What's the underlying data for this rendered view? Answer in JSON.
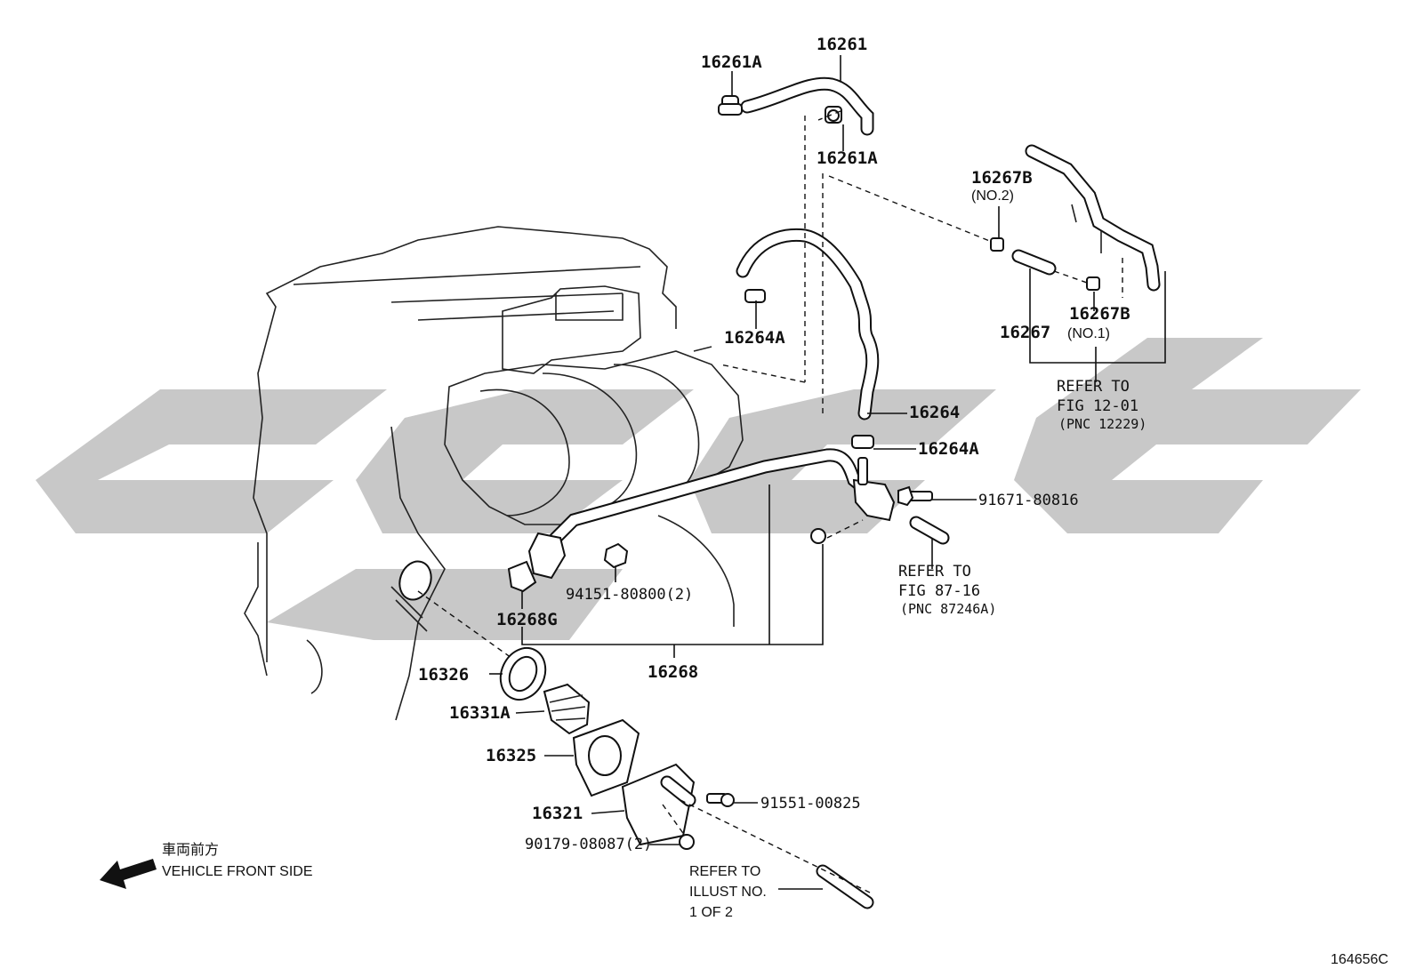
{
  "labels": {
    "p16261": "16261",
    "p16261A_top": "16261A",
    "p16261A_bottom": "16261A",
    "p16267B_no2": "16267B",
    "no2": "(NO.2)",
    "p16267B_no1": "16267B",
    "no1": "(NO.1)",
    "p16267": "16267",
    "refer_1201_a": "REFER TO",
    "refer_1201_b": "FIG 12-01",
    "refer_1201_c": "(PNC 12229)",
    "p16264A_top": "16264A",
    "p16264": "16264",
    "p16264A_mid": "16264A",
    "p91671": "91671-80816",
    "refer_8716_a": "REFER TO",
    "refer_8716_b": "FIG 87-16",
    "refer_8716_c": "(PNC 87246A)",
    "p94151": "94151-80800(2)",
    "p16268G": "16268G",
    "p16268": "16268",
    "p16326": "16326",
    "p16331A": "16331A",
    "p16325": "16325",
    "p16321": "16321",
    "p91551": "91551-00825",
    "p90179": "90179-08087(2)",
    "refer_illust_a": "REFER TO",
    "refer_illust_b": "ILLUST NO.",
    "refer_illust_c": "1 OF 2",
    "front_jp": "車両前方",
    "front_en": "VEHICLE FRONT SIDE",
    "figure_id": "164656C"
  },
  "watermark_color": "#c8c8c8"
}
